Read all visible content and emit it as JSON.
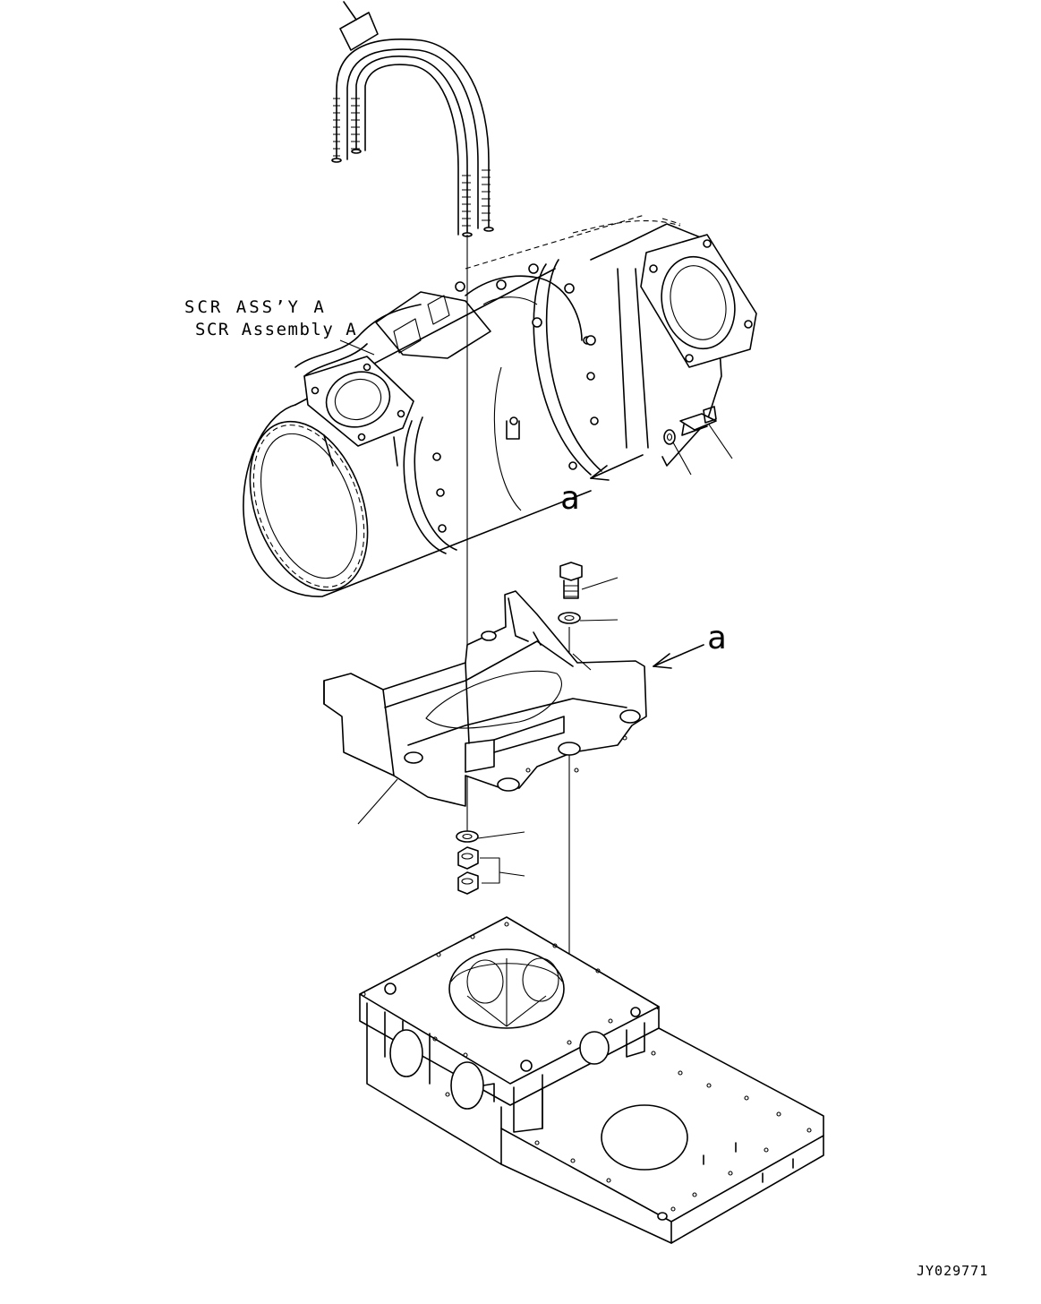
{
  "labels": {
    "scr_assy_jp": "SCR ASS’Y A",
    "scr_assy_en": "SCR Assembly A",
    "view_a_top": "a",
    "view_a_right": "a",
    "drawing_code": "JY029771"
  },
  "colors": {
    "line": "#000000",
    "background": "#ffffff"
  }
}
